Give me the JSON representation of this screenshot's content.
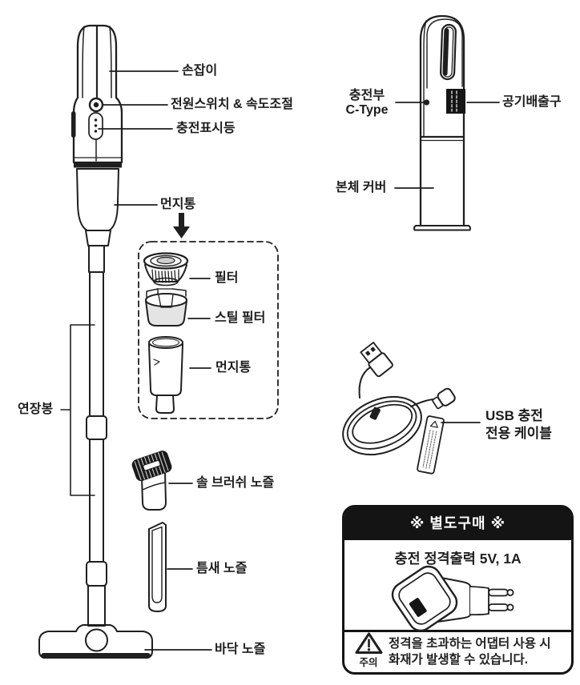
{
  "palette": {
    "ink": "#1f1f1f",
    "header_bg": "#141414",
    "header_text": "#ffffff",
    "background": "#ffffff"
  },
  "stick_vacuum": {
    "labels": {
      "handle": "손잡이",
      "power_switch": "전원스위치 & 속도조절",
      "charge_indicator": "충전표시등",
      "dust_bin": "먼지통",
      "extension_rod": "연장봉",
      "brush_nozzle": "솔 브러쉬 노즐",
      "crevice_nozzle": "틈새 노즐",
      "floor_nozzle": "바닥 노즐"
    },
    "dust_bin_parts": {
      "filter": "필터",
      "steel_filter": "스틸 필터",
      "dust_bin": "먼지통"
    }
  },
  "handheld_unit": {
    "labels": {
      "charging_port_line1": "충전부",
      "charging_port_line2": "C-Type",
      "air_outlet": "공기배출구",
      "body_cover": "본체 커버"
    }
  },
  "usb_cable": {
    "label_line1": "USB 충전",
    "label_line2": "전용 케이블"
  },
  "separate_purchase": {
    "header": "※ 별도구매 ※",
    "spec": "충전 정격출력 5V, 1A",
    "caution": "주의",
    "warning_line1": "정격을 초과하는 어댑터 사용 시",
    "warning_line2": "화재가 발생할 수 있습니다."
  }
}
